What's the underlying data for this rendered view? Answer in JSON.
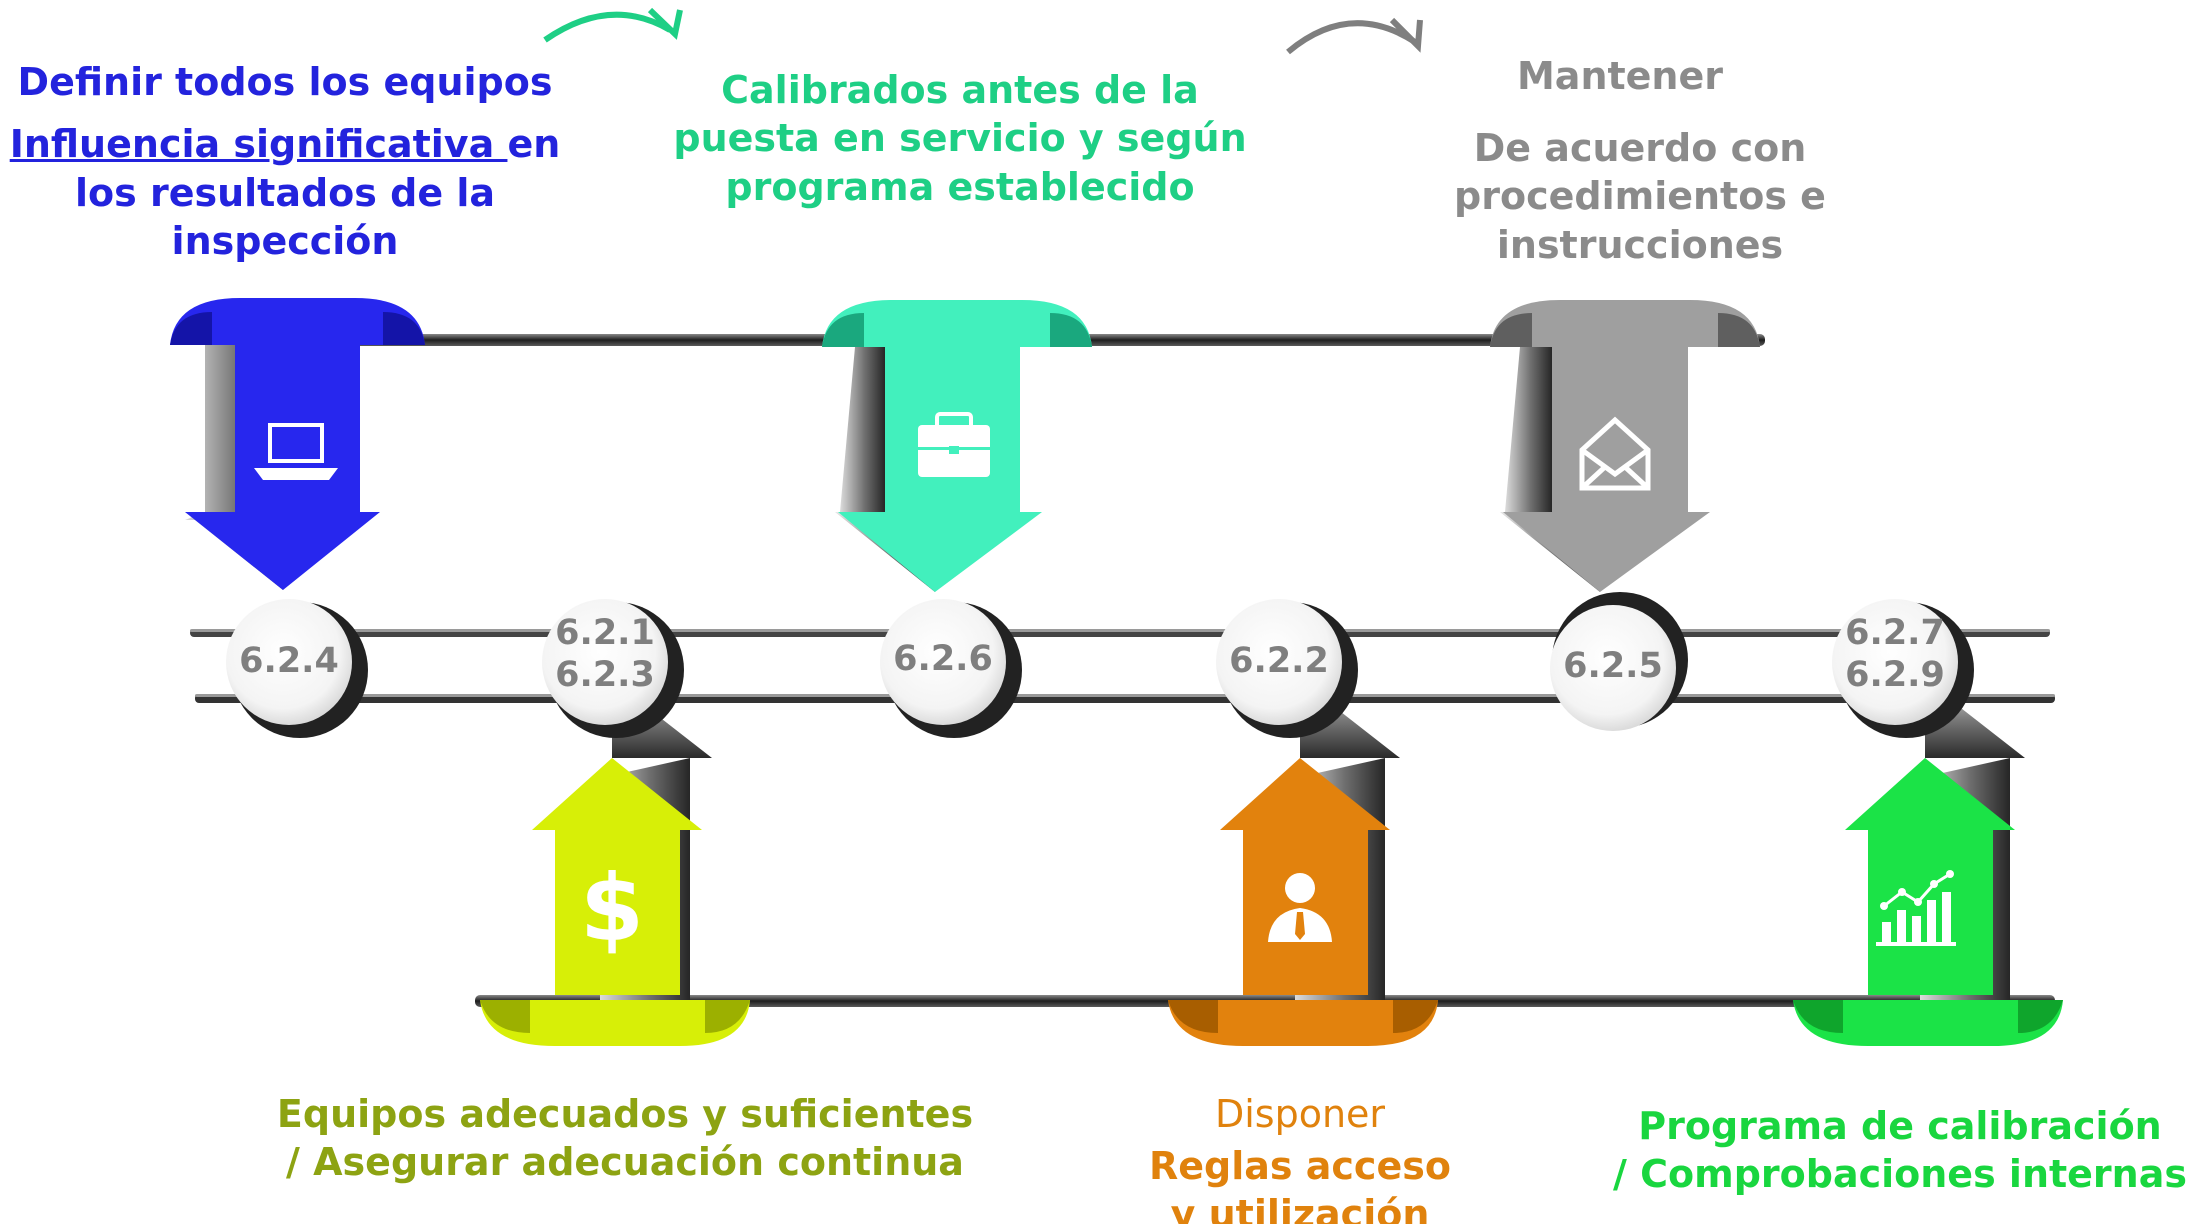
{
  "colors": {
    "blue": "#2727ee",
    "teal": "#42f0bd",
    "gray": "#9f9f9f",
    "lime": "#d7ef07",
    "orange": "#e2820d",
    "green": "#1be347",
    "track": "#3a3a3a",
    "node_text": "#7f7f7f"
  },
  "top": {
    "blue": {
      "line1": "Definir todos los equipos",
      "line2_underlined": "Influencia significativa ",
      "line2_rest": "en",
      "line3": "los resultados de la",
      "line4": "inspección",
      "icon": "laptop-icon"
    },
    "teal": {
      "line1": "Calibrados antes de la",
      "line2": "puesta en servicio y según",
      "line3": "programa establecido",
      "icon": "briefcase-icon"
    },
    "gray": {
      "line1": "Mantener",
      "line2": "De acuerdo con",
      "line3": "procedimientos e",
      "line4": "instrucciones",
      "icon": "envelope-icon"
    }
  },
  "nodes": [
    {
      "line1": "6.2.4",
      "line2": ""
    },
    {
      "line1": "6.2.1",
      "line2": "6.2.3"
    },
    {
      "line1": "6.2.6",
      "line2": ""
    },
    {
      "line1": "6.2.2",
      "line2": ""
    },
    {
      "line1": "6.2.5",
      "line2": ""
    },
    {
      "line1": "6.2.7",
      "line2": "6.2.9"
    }
  ],
  "bottom": {
    "lime": {
      "line1": "Equipos adecuados y suficientes",
      "line2": "/ Asegurar adecuación continua",
      "icon": "dollar-icon"
    },
    "orange": {
      "line1": "Disponer",
      "line2": "Reglas acceso",
      "line3": "y utilización",
      "icon": "person-icon"
    },
    "green": {
      "line1": "Programa de calibración",
      "line2": "/ Comprobaciones internas",
      "icon": "growth-chart-icon"
    }
  }
}
